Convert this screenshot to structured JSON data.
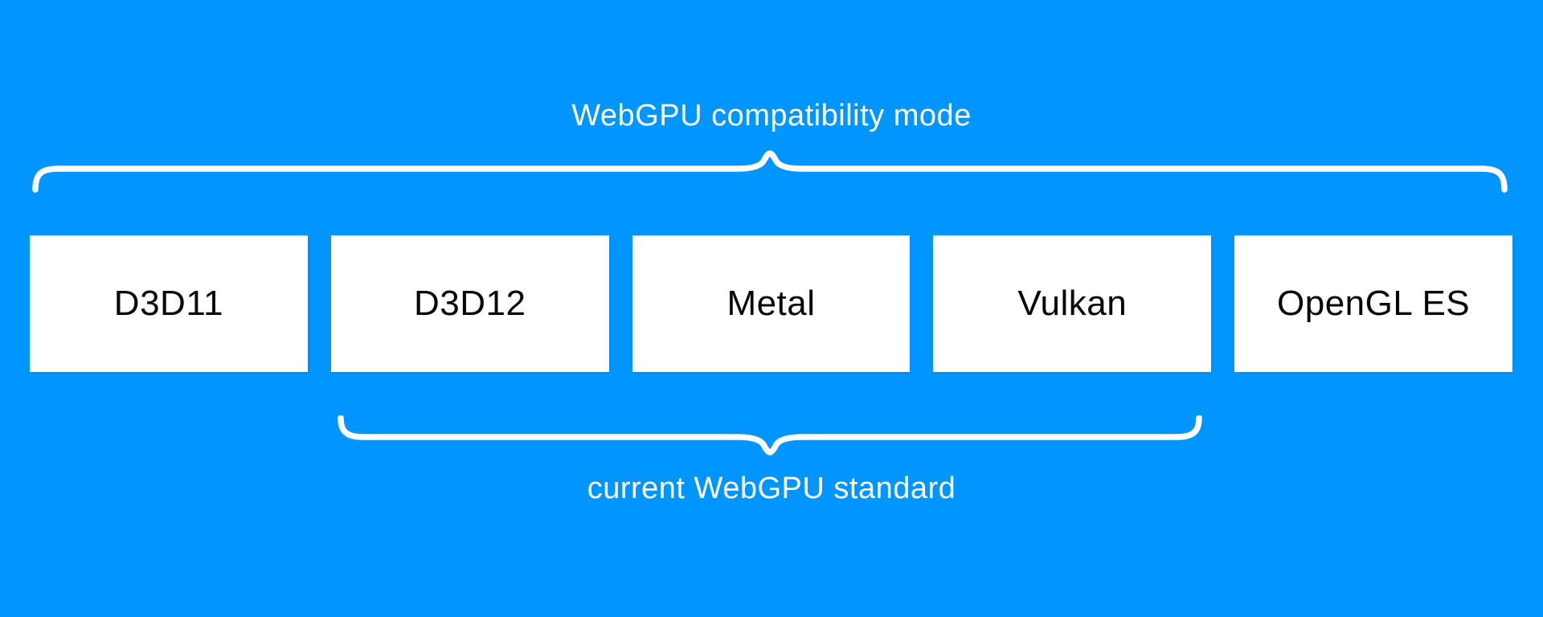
{
  "diagram": {
    "top_label": "WebGPU compatibility mode",
    "bottom_label": "current WebGPU standard",
    "boxes": [
      {
        "label": "D3D11"
      },
      {
        "label": "D3D12"
      },
      {
        "label": "Metal"
      },
      {
        "label": "Vulkan"
      },
      {
        "label": "OpenGL ES"
      }
    ],
    "groups": {
      "top_brace_spans": [
        "D3D11",
        "D3D12",
        "Metal",
        "Vulkan",
        "OpenGL ES"
      ],
      "bottom_brace_spans": [
        "D3D12",
        "Metal",
        "Vulkan"
      ]
    },
    "colors": {
      "background": "#0095ff",
      "box_background": "#ffffff",
      "box_text": "#060606",
      "brace_stroke": "#ffffff",
      "label_text": "#ffffff"
    }
  }
}
